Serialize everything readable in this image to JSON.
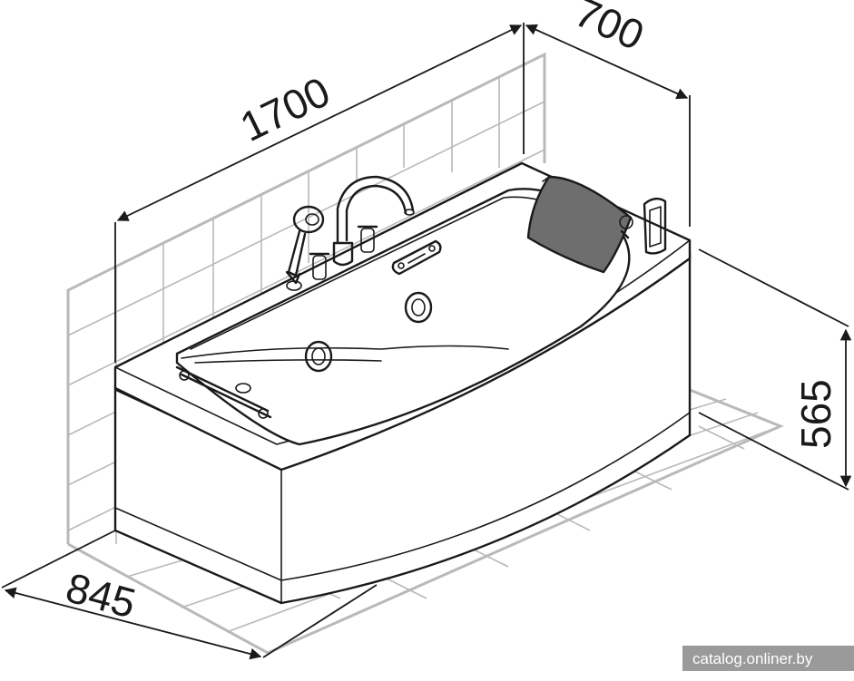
{
  "dimensions": {
    "length": "1700",
    "depth": "700",
    "height": "565",
    "width": "845"
  },
  "watermark": "catalog.onliner.by",
  "colors": {
    "outline": "#1a1a1a",
    "tile_lines": "#b9b9b9",
    "pillow": "#6e6e6e",
    "background": "#ffffff",
    "watermark_bg": "#9a9a9a"
  },
  "icons": [
    "faucet-icon",
    "shower-head-icon",
    "headrest-pillow-icon",
    "jet-nozzle-icon",
    "control-panel-icon",
    "grab-bar-icon"
  ]
}
